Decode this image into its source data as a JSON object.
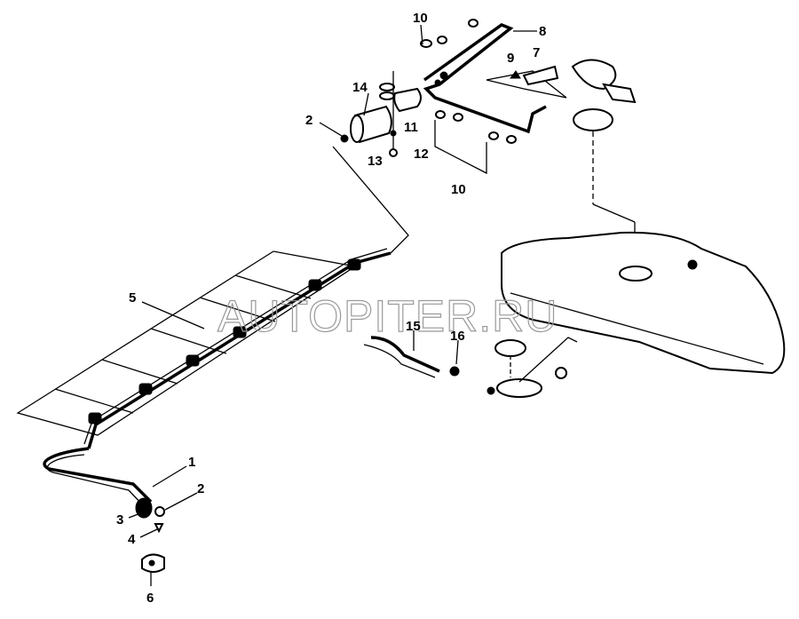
{
  "watermark": "AUTOPITER.RU",
  "callouts": {
    "c10a": "10",
    "c8": "8",
    "c9": "9",
    "c7": "7",
    "c14": "14",
    "c2a": "2",
    "c11": "11",
    "c13": "13",
    "c12": "12",
    "c10b": "10",
    "c5": "5",
    "c15": "15",
    "c16": "16",
    "c1": "1",
    "c2b": "2",
    "c3": "3",
    "c4": "4",
    "c6": "6"
  }
}
